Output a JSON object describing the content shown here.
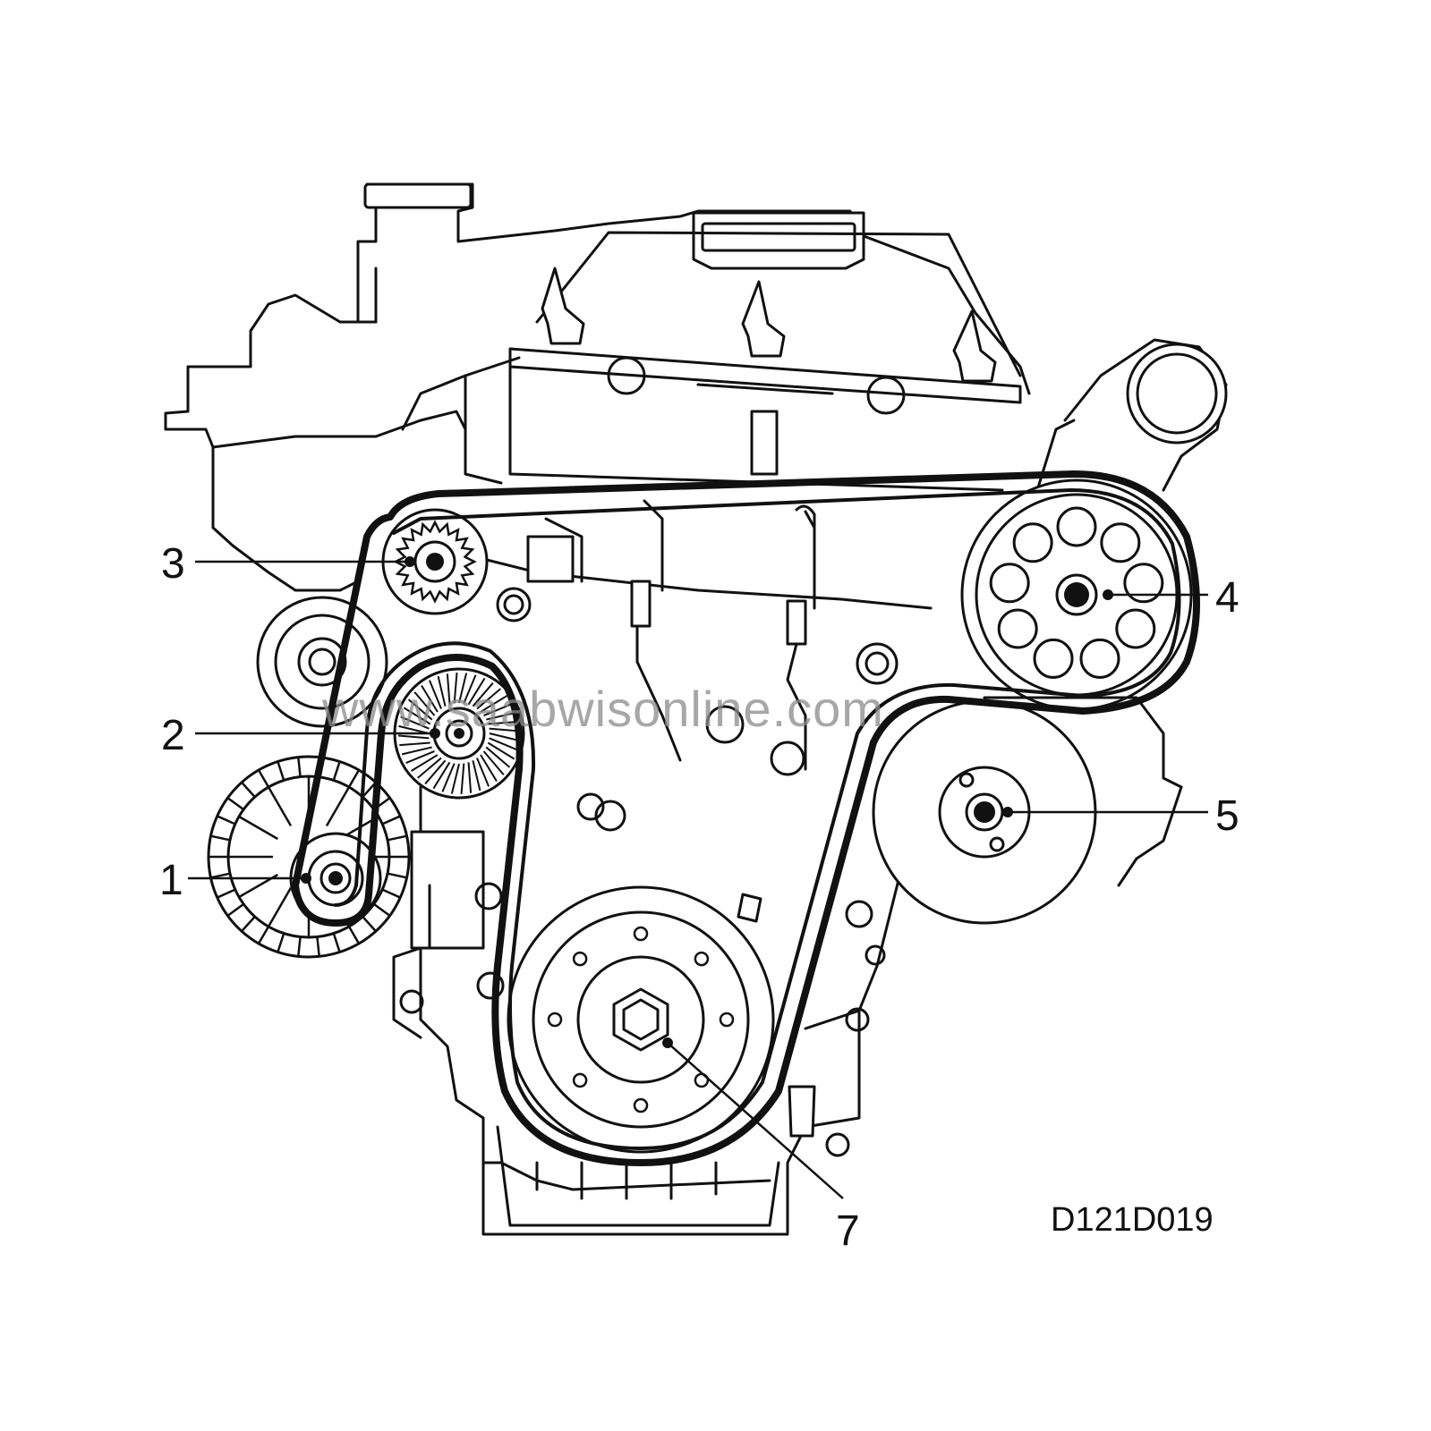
{
  "figure_code": "D121D019",
  "watermark": "www.saabwisonline.com",
  "callouts": [
    {
      "id": "1",
      "label": "1"
    },
    {
      "id": "2",
      "label": "2"
    },
    {
      "id": "3",
      "label": "3"
    },
    {
      "id": "4",
      "label": "4"
    },
    {
      "id": "5",
      "label": "5"
    },
    {
      "id": "7",
      "label": "7"
    }
  ],
  "colors": {
    "line": "#111111",
    "background": "#ffffff",
    "watermark": "#8a8a8a"
  }
}
